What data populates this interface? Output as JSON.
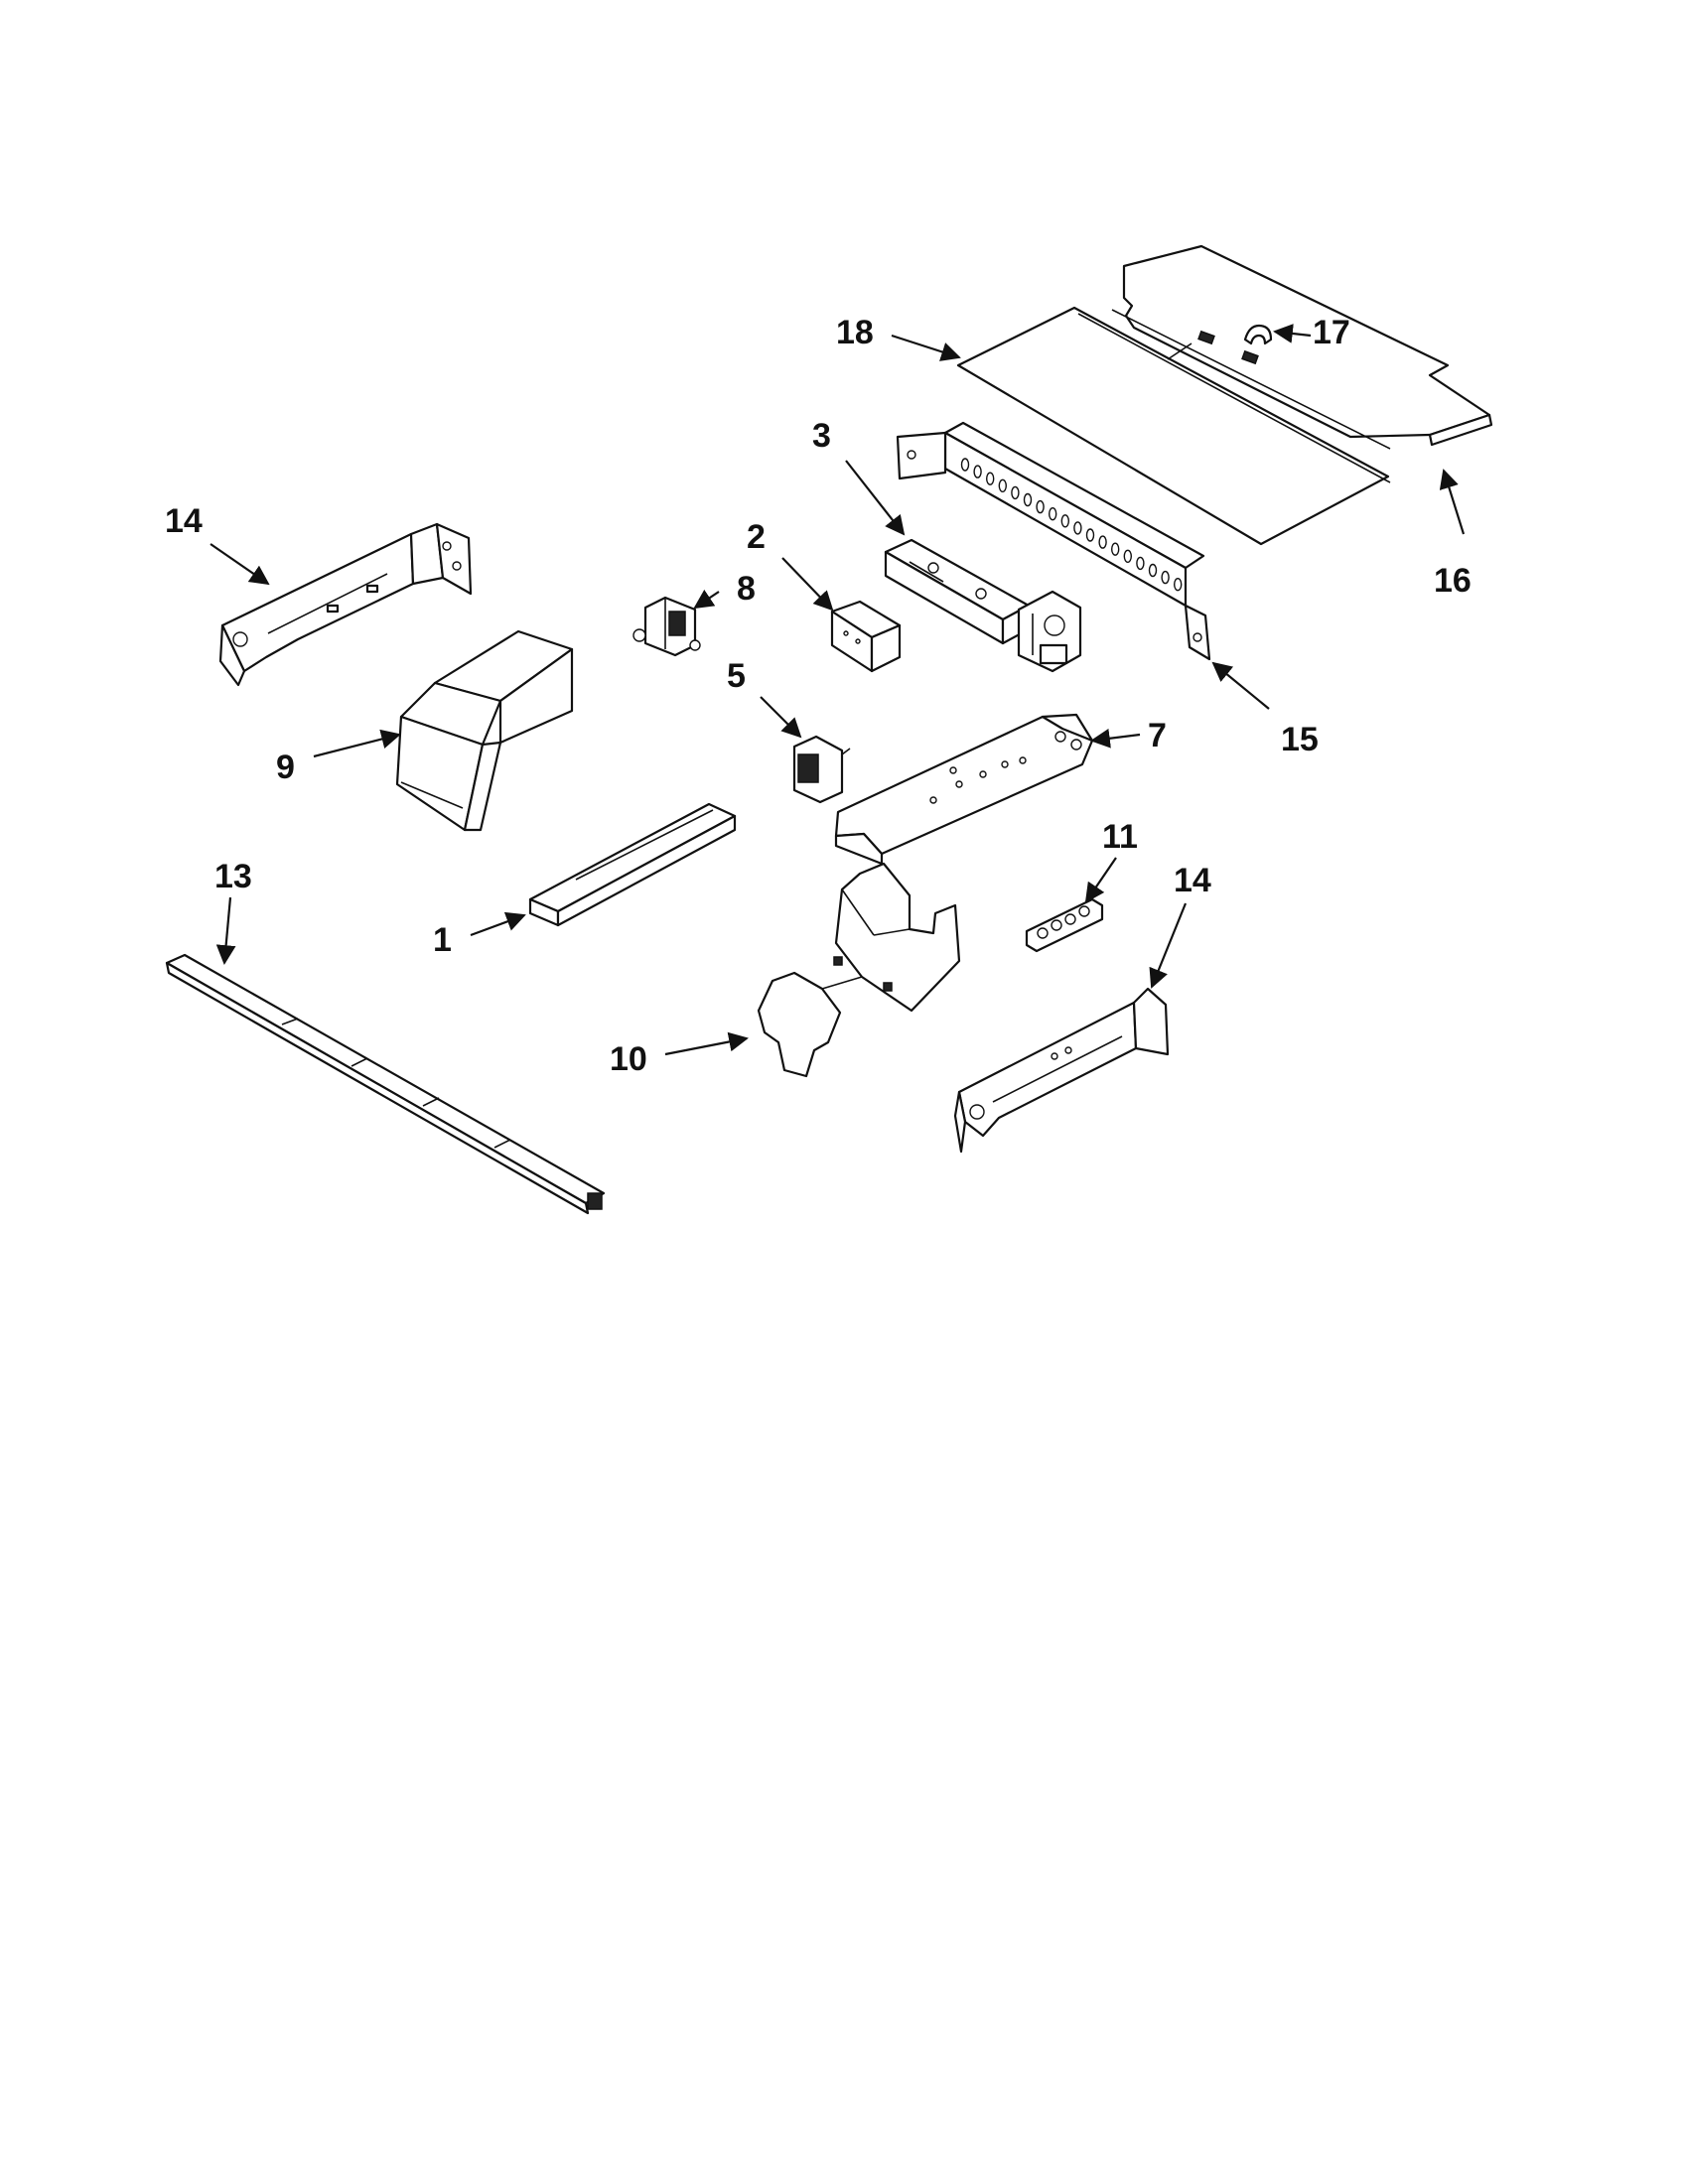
{
  "diagram": {
    "callouts": [
      {
        "id": "c18",
        "text": "18"
      },
      {
        "id": "c17",
        "text": "17"
      },
      {
        "id": "c16",
        "text": "16"
      },
      {
        "id": "c3",
        "text": "3"
      },
      {
        "id": "c14a",
        "text": "14"
      },
      {
        "id": "c2",
        "text": "2"
      },
      {
        "id": "c8",
        "text": "8"
      },
      {
        "id": "c15",
        "text": "15"
      },
      {
        "id": "c5",
        "text": "5"
      },
      {
        "id": "c7",
        "text": "7"
      },
      {
        "id": "c9",
        "text": "9"
      },
      {
        "id": "c13",
        "text": "13"
      },
      {
        "id": "c11",
        "text": "11"
      },
      {
        "id": "c14b",
        "text": "14"
      },
      {
        "id": "c1",
        "text": "1"
      },
      {
        "id": "c10",
        "text": "10"
      }
    ]
  }
}
